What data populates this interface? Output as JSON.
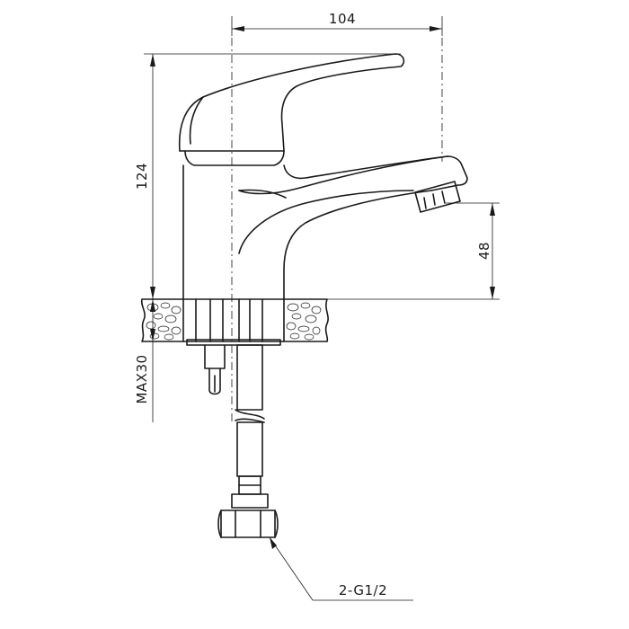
{
  "dimensions": {
    "width_label": "104",
    "height_label": "124",
    "spout_height_label": "48",
    "max_counter_label": "MAX30",
    "connection_label": "2-G1/2"
  }
}
